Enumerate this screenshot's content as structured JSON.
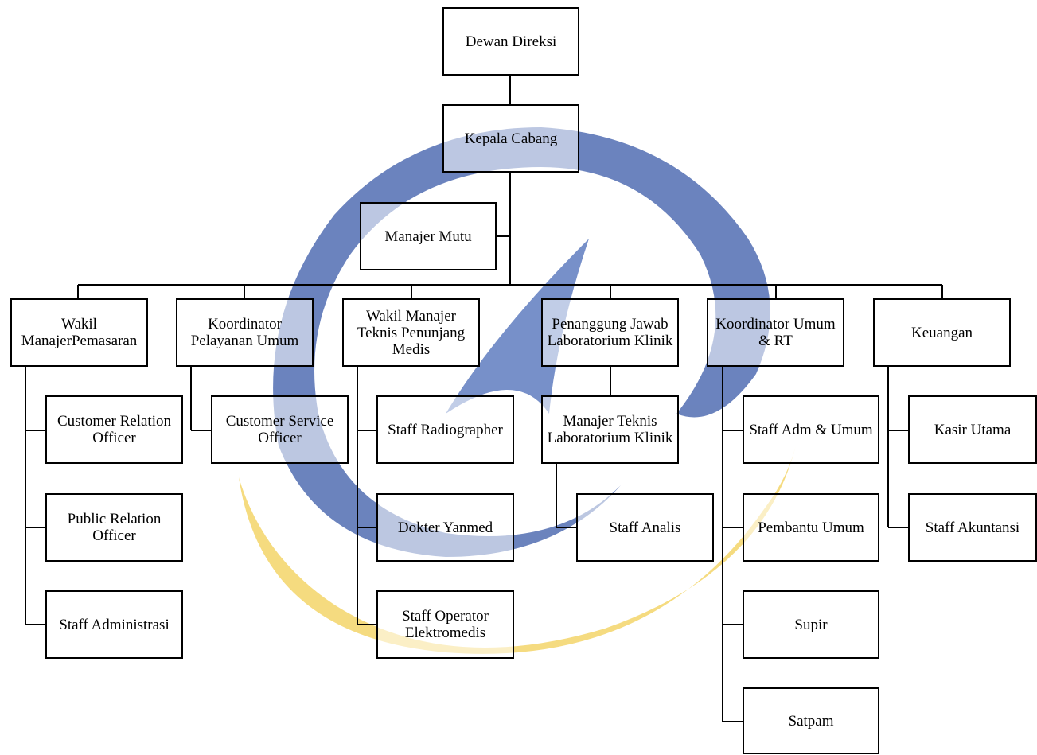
{
  "nodes": {
    "dewan_direksi": "Dewan Direksi",
    "kepala_cabang": "Kepala Cabang",
    "manajer_mutu": "Manajer Mutu",
    "wakil_manajer_pemasaran": "Wakil ManajerPemasaran",
    "koordinator_pelayanan_umum": "Koordinator Pelayanan Umum",
    "wakil_manajer_teknis": "Wakil Manajer Teknis Penunjang Medis",
    "penanggung_jawab_lab": "Penanggung  Jawab Laboratorium Klinik",
    "koordinator_umum_rt": "Koordinator Umum & RT",
    "keuangan": "Keuangan",
    "customer_relation_officer": "Customer Relation Officer",
    "public_relation_officer": "Public Relation Officer",
    "staff_administrasi": "Staff Administrasi",
    "customer_service_officer": "Customer Service Officer",
    "staff_radiographer": "Staff Radiographer",
    "dokter_yanmed": "Dokter Yanmed",
    "staff_operator_elektromedis": "Staff Operator Elektromedis",
    "manajer_teknis_lab": "Manajer Teknis Laboratorium Klinik",
    "staff_analis": "Staff Analis",
    "staff_adm_umum": "Staff Adm & Umum",
    "pembantu_umum": "Pembantu Umum",
    "supir": "Supir",
    "satpam": "Satpam",
    "kasir_utama": "Kasir Utama",
    "staff_akuntansi": "Staff Akuntansi"
  },
  "colors": {
    "line": "#000000",
    "watermark_blue": "#3a5aa8",
    "watermark_yellow": "#f2cf55"
  }
}
